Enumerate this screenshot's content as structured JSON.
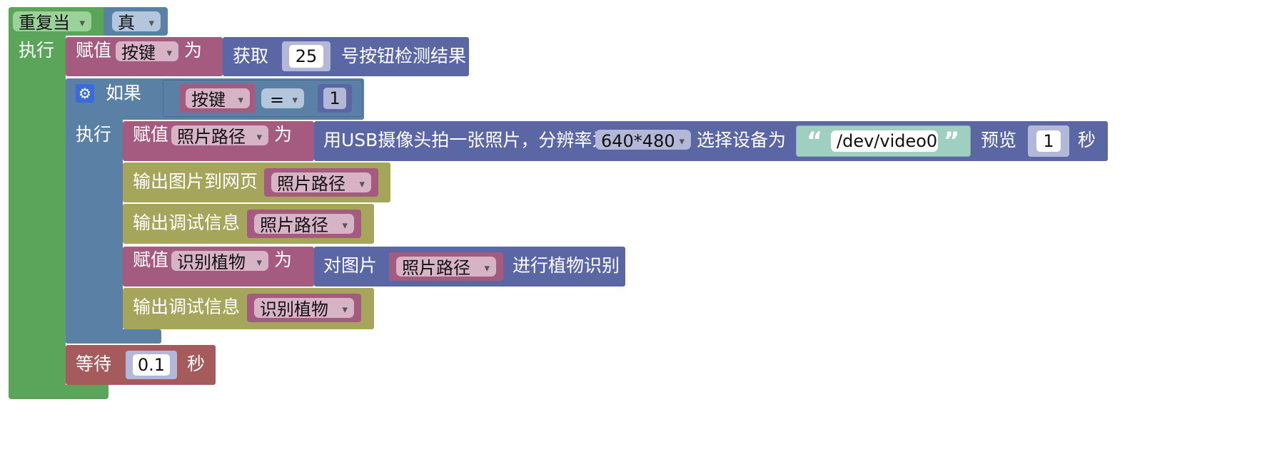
{
  "colors": {
    "loop": "#5ba55b",
    "variable": "#a55b80",
    "logic": "#5b80a5",
    "action": "#5b67a5",
    "output": "#a5a55b",
    "wait": "#a55b5b",
    "text": "#5ba58c"
  },
  "repeat": {
    "label": "重复当",
    "condition": "真",
    "do_label": "执行"
  },
  "assign_key": {
    "label": "赋值",
    "var": "按键",
    "as": "为",
    "get_label": "获取",
    "button_no": "25",
    "suffix": "号按钮检测结果"
  },
  "if_block": {
    "gear_icon": "gear-icon",
    "label": "如果",
    "var": "按键",
    "op": "=",
    "value": "1",
    "do_label": "执行"
  },
  "assign_photo": {
    "label": "赋值",
    "var": "照片路径",
    "as": "为",
    "capture_label": "用USB摄像头拍一张照片，分辨率为",
    "resolution": "640*480",
    "device_label": "选择设备为",
    "device": "/dev/video0",
    "preview_label": "预览",
    "preview_value": "1",
    "seconds": "秒"
  },
  "output_web": {
    "label": "输出图片到网页",
    "var": "照片路径"
  },
  "debug_photo": {
    "label": "输出调试信息",
    "var": "照片路径"
  },
  "assign_plant": {
    "label": "赋值",
    "var": "识别植物",
    "as": "为",
    "pre": "对图片",
    "img_var": "照片路径",
    "post": "进行植物识别"
  },
  "debug_plant": {
    "label": "输出调试信息",
    "var": "识别植物"
  },
  "wait": {
    "label": "等待",
    "value": "0.1",
    "unit": "秒"
  }
}
